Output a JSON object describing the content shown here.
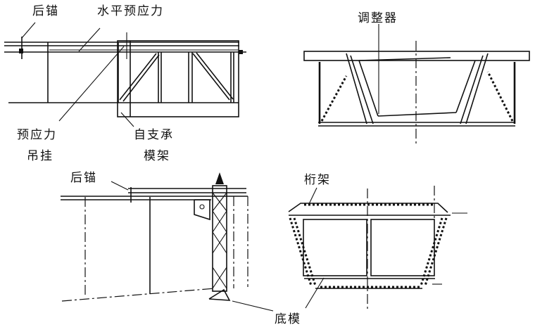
{
  "figure": {
    "panel_a_elevation": {
      "labels": {
        "rear_anchor": "后锚",
        "horizontal_prestress": "水平预应力",
        "prestress_hanger_line1": "预应力",
        "prestress_hanger_line2": "吊挂",
        "self_supporting_line1": "自支承",
        "self_supporting_line2": "模架"
      }
    },
    "panel_b_section": {
      "labels": {
        "adjuster": "调整器"
      }
    },
    "panel_c_elevation": {
      "labels": {
        "rear_anchor": "后锚",
        "bottom_form": "底模"
      }
    },
    "panel_d_section": {
      "labels": {
        "truss": "桁架"
      }
    }
  }
}
